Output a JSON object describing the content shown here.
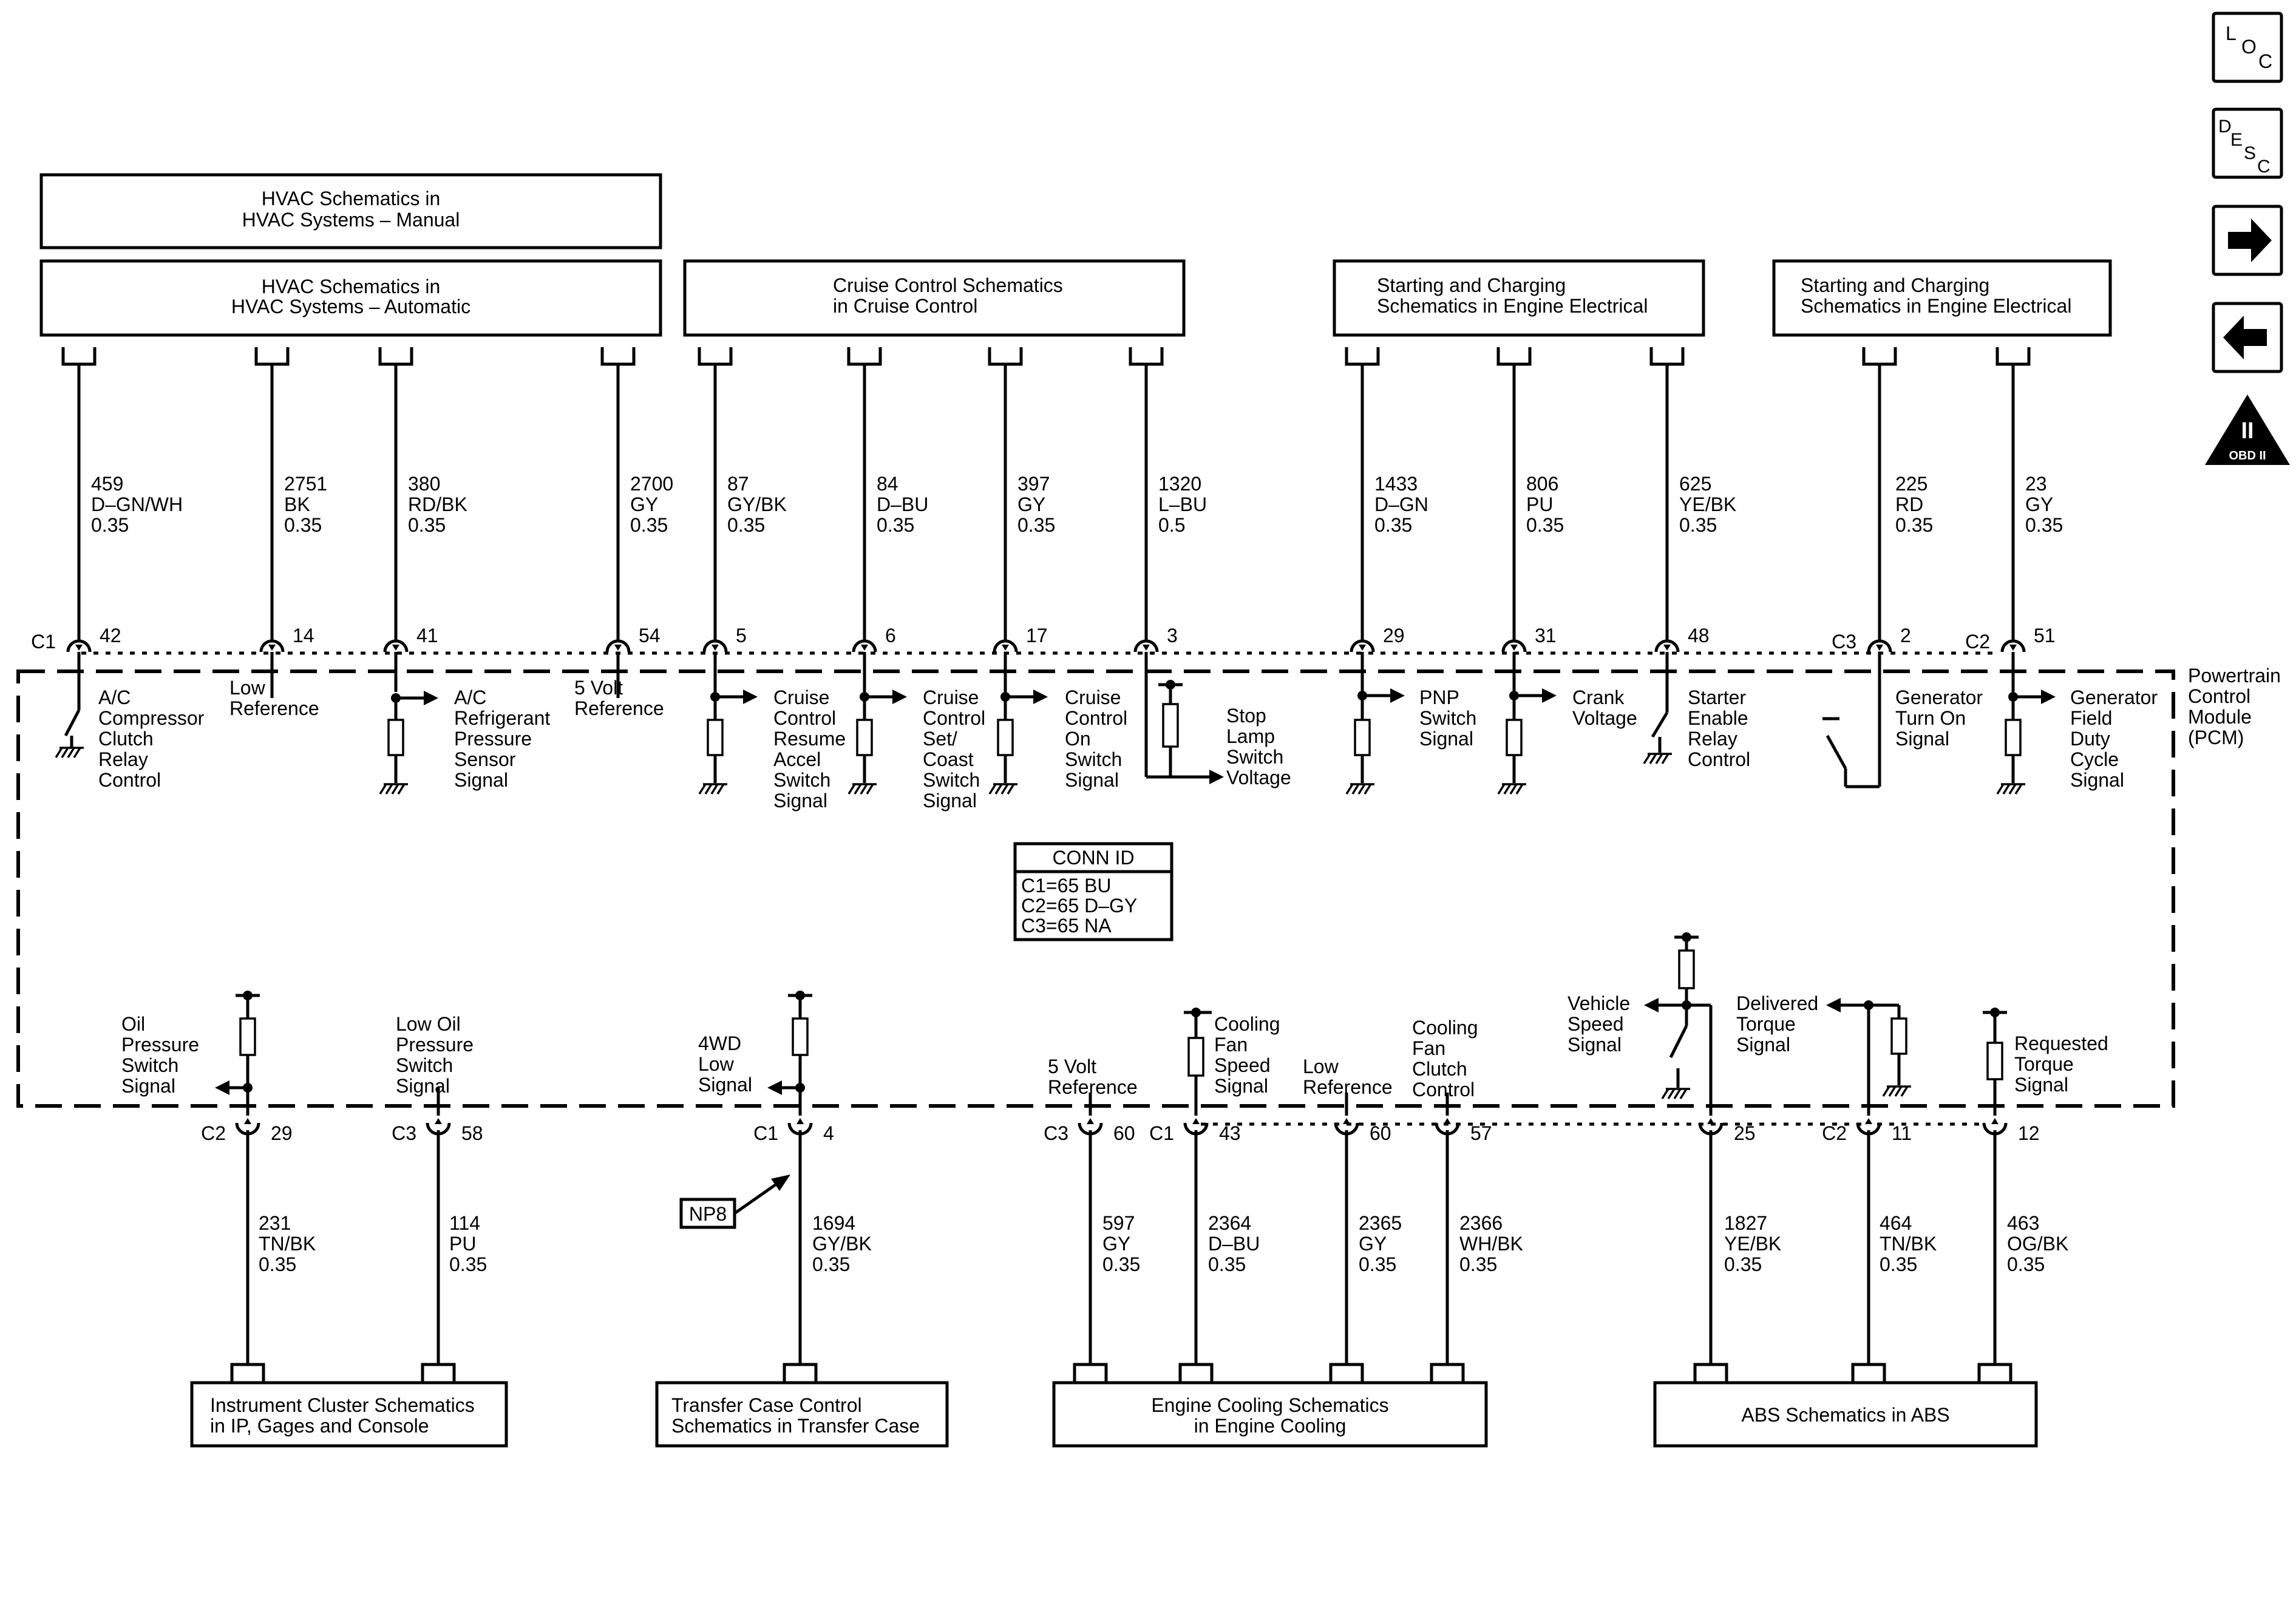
{
  "nav": {
    "loc": [
      "L",
      "O",
      "C"
    ],
    "desc": [
      "D",
      "E",
      "S",
      "C"
    ],
    "obd_big": "II",
    "obd_small": "OBD II"
  },
  "pcm_label": [
    "Powertrain",
    "Control",
    "Module",
    "(PCM)"
  ],
  "conn_id": {
    "title": "CONN ID",
    "lines": [
      "C1=65 BU",
      "C2=65 D–GY",
      "C3=65 NA"
    ]
  },
  "np8": "NP8",
  "top_boxes": [
    [
      "HVAC Schematics in",
      "HVAC Systems – Manual"
    ],
    [
      "HVAC Schematics in",
      "HVAC Systems – Automatic"
    ],
    [
      "Cruise Control Schematics",
      "in Cruise Control"
    ],
    [
      "Starting and Charging",
      "Schematics in Engine Electrical"
    ],
    [
      "Starting and Charging",
      "Schematics in Engine Electrical"
    ]
  ],
  "bottom_boxes": [
    [
      "Instrument Cluster Schematics",
      "in IP, Gages and Console"
    ],
    [
      "Transfer Case Control",
      "Schematics in Transfer Case"
    ],
    [
      "Engine Cooling Schematics",
      "in Engine Cooling"
    ],
    [
      "ABS Schematics in ABS"
    ]
  ],
  "top_circuits": [
    {
      "wire": [
        "459",
        "D–GN/WH",
        "0.35"
      ],
      "conn": "C1",
      "pin": "42",
      "label": [
        "A/C",
        "Compressor",
        "Clutch",
        "Relay",
        "Control"
      ]
    },
    {
      "wire": [
        "2751",
        "BK",
        "0.35"
      ],
      "conn": "",
      "pin": "14",
      "label": [
        "Low",
        "Reference"
      ]
    },
    {
      "wire": [
        "380",
        "RD/BK",
        "0.35"
      ],
      "conn": "",
      "pin": "41",
      "label": [
        "A/C",
        "Refrigerant",
        "Pressure",
        "Sensor",
        "Signal"
      ]
    },
    {
      "wire": [
        "2700",
        "GY",
        "0.35"
      ],
      "conn": "",
      "pin": "54",
      "label": [
        "5 Volt",
        "Reference"
      ]
    },
    {
      "wire": [
        "87",
        "GY/BK",
        "0.35"
      ],
      "conn": "",
      "pin": "5",
      "label": [
        "Cruise",
        "Control",
        "Resume",
        "Accel",
        "Switch",
        "Signal"
      ]
    },
    {
      "wire": [
        "84",
        "D–BU",
        "0.35"
      ],
      "conn": "",
      "pin": "6",
      "label": [
        "Cruise",
        "Control",
        "Set/",
        "Coast",
        "Switch",
        "Signal"
      ]
    },
    {
      "wire": [
        "397",
        "GY",
        "0.35"
      ],
      "conn": "",
      "pin": "17",
      "label": [
        "Cruise",
        "Control",
        "On",
        "Switch",
        "Signal"
      ]
    },
    {
      "wire": [
        "1320",
        "L–BU",
        "0.5"
      ],
      "conn": "",
      "pin": "3",
      "label": [
        "Stop",
        "Lamp",
        "Switch",
        "Voltage"
      ]
    },
    {
      "wire": [
        "1433",
        "D–GN",
        "0.35"
      ],
      "conn": "",
      "pin": "29",
      "label": [
        "PNP",
        "Switch",
        "Signal"
      ]
    },
    {
      "wire": [
        "806",
        "PU",
        "0.35"
      ],
      "conn": "",
      "pin": "31",
      "label": [
        "Crank",
        "Voltage"
      ]
    },
    {
      "wire": [
        "625",
        "YE/BK",
        "0.35"
      ],
      "conn": "",
      "pin": "48",
      "label": [
        "Starter",
        "Enable",
        "Relay",
        "Control"
      ]
    },
    {
      "wire": [
        "225",
        "RD",
        "0.35"
      ],
      "conn": "C3",
      "pin": "2",
      "label": [
        "Generator",
        "Turn On",
        "Signal"
      ]
    },
    {
      "wire": [
        "23",
        "GY",
        "0.35"
      ],
      "conn": "C2",
      "pin": "51",
      "label": [
        "Generator",
        "Field",
        "Duty",
        "Cycle",
        "Signal"
      ]
    }
  ],
  "bottom_circuits": [
    {
      "wire": [
        "231",
        "TN/BK",
        "0.35"
      ],
      "conn": "C2",
      "pin": "29",
      "label": [
        "Oil",
        "Pressure",
        "Switch",
        "Signal"
      ]
    },
    {
      "wire": [
        "114",
        "PU",
        "0.35"
      ],
      "conn": "C3",
      "pin": "58",
      "label": [
        "Low Oil",
        "Pressure",
        "Switch",
        "Signal"
      ]
    },
    {
      "wire": [
        "1694",
        "GY/BK",
        "0.35"
      ],
      "conn": "C1",
      "pin": "4",
      "label": [
        "4WD",
        "Low",
        "Signal"
      ]
    },
    {
      "wire": [
        "597",
        "GY",
        "0.35"
      ],
      "conn": "C3",
      "pin": "60",
      "label": [
        "5 Volt",
        "Reference"
      ]
    },
    {
      "wire": [
        "2364",
        "D–BU",
        "0.35"
      ],
      "conn": "C1",
      "pin": "43",
      "label": [
        "Cooling",
        "Fan",
        "Speed",
        "Signal"
      ]
    },
    {
      "wire": [
        "2365",
        "GY",
        "0.35"
      ],
      "conn": "",
      "pin": "60",
      "label": [
        "Low",
        "Reference"
      ]
    },
    {
      "wire": [
        "2366",
        "WH/BK",
        "0.35"
      ],
      "conn": "",
      "pin": "57",
      "label": [
        "Cooling",
        "Fan",
        "Clutch",
        "Control"
      ]
    },
    {
      "wire": [
        "1827",
        "YE/BK",
        "0.35"
      ],
      "conn": "",
      "pin": "25",
      "label": [
        "Vehicle",
        "Speed",
        "Signal"
      ]
    },
    {
      "wire": [
        "464",
        "TN/BK",
        "0.35"
      ],
      "conn": "C2",
      "pin": "11",
      "label": [
        "Delivered",
        "Torque",
        "Signal"
      ]
    },
    {
      "wire": [
        "463",
        "OG/BK",
        "0.35"
      ],
      "conn": "",
      "pin": "12",
      "label": [
        "Requested",
        "Torque",
        "Signal"
      ]
    }
  ]
}
